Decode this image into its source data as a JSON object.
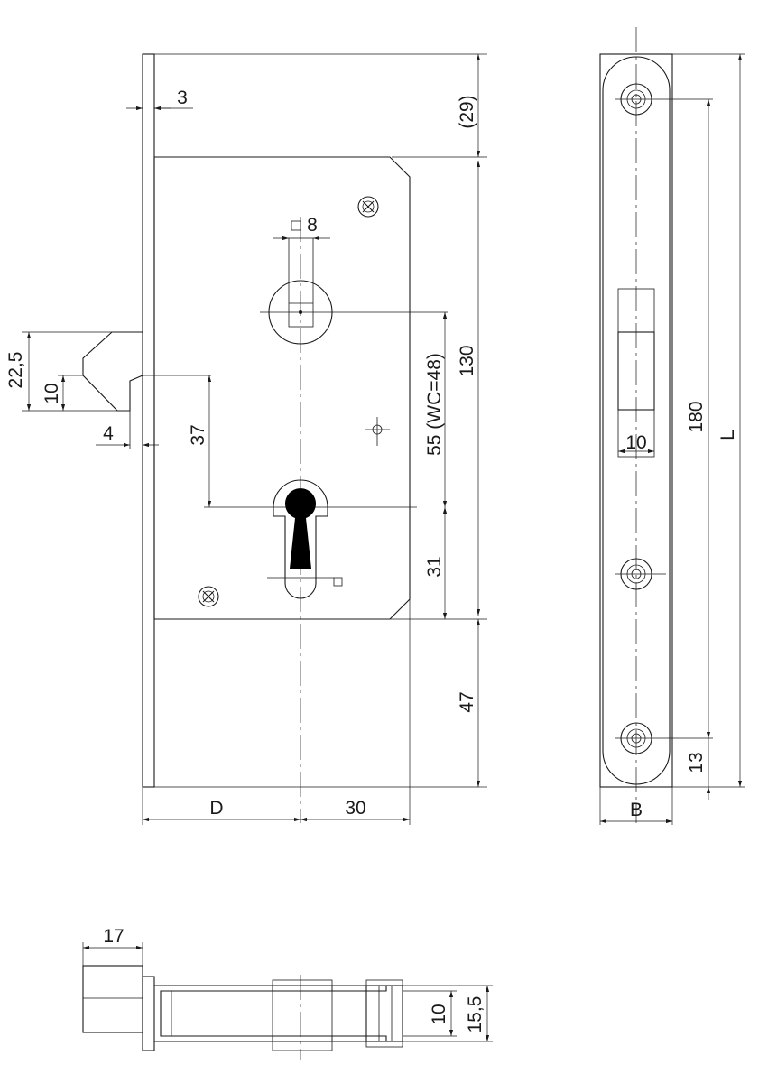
{
  "colors": {
    "line": "#1a1a1a",
    "background": "#ffffff",
    "keyhole": "#000000"
  },
  "front_view": {
    "dim_faceplate_thickness": "3",
    "dim_top_offset": "(29)",
    "dim_spindle_square": "8",
    "dim_case_height": "130",
    "dim_latch_height": "22,5",
    "dim_latch_inner": "10",
    "dim_latch_offset": "4",
    "dim_latch_to_keyhole": "37",
    "dim_centre_distance": "55 (WC=48)",
    "dim_keyhole_to_bottom": "31",
    "dim_bottom_offset": "47",
    "dim_backset": "D",
    "dim_keyhole_to_edge": "30"
  },
  "side_view": {
    "dim_slot_width": "10",
    "dim_screw_spacing": "180",
    "dim_length": "L",
    "dim_screw_bottom": "13",
    "dim_width": "B"
  },
  "bottom_view": {
    "dim_latch_depth": "17",
    "dim_inner_height": "10",
    "dim_outer_height": "15,5"
  }
}
